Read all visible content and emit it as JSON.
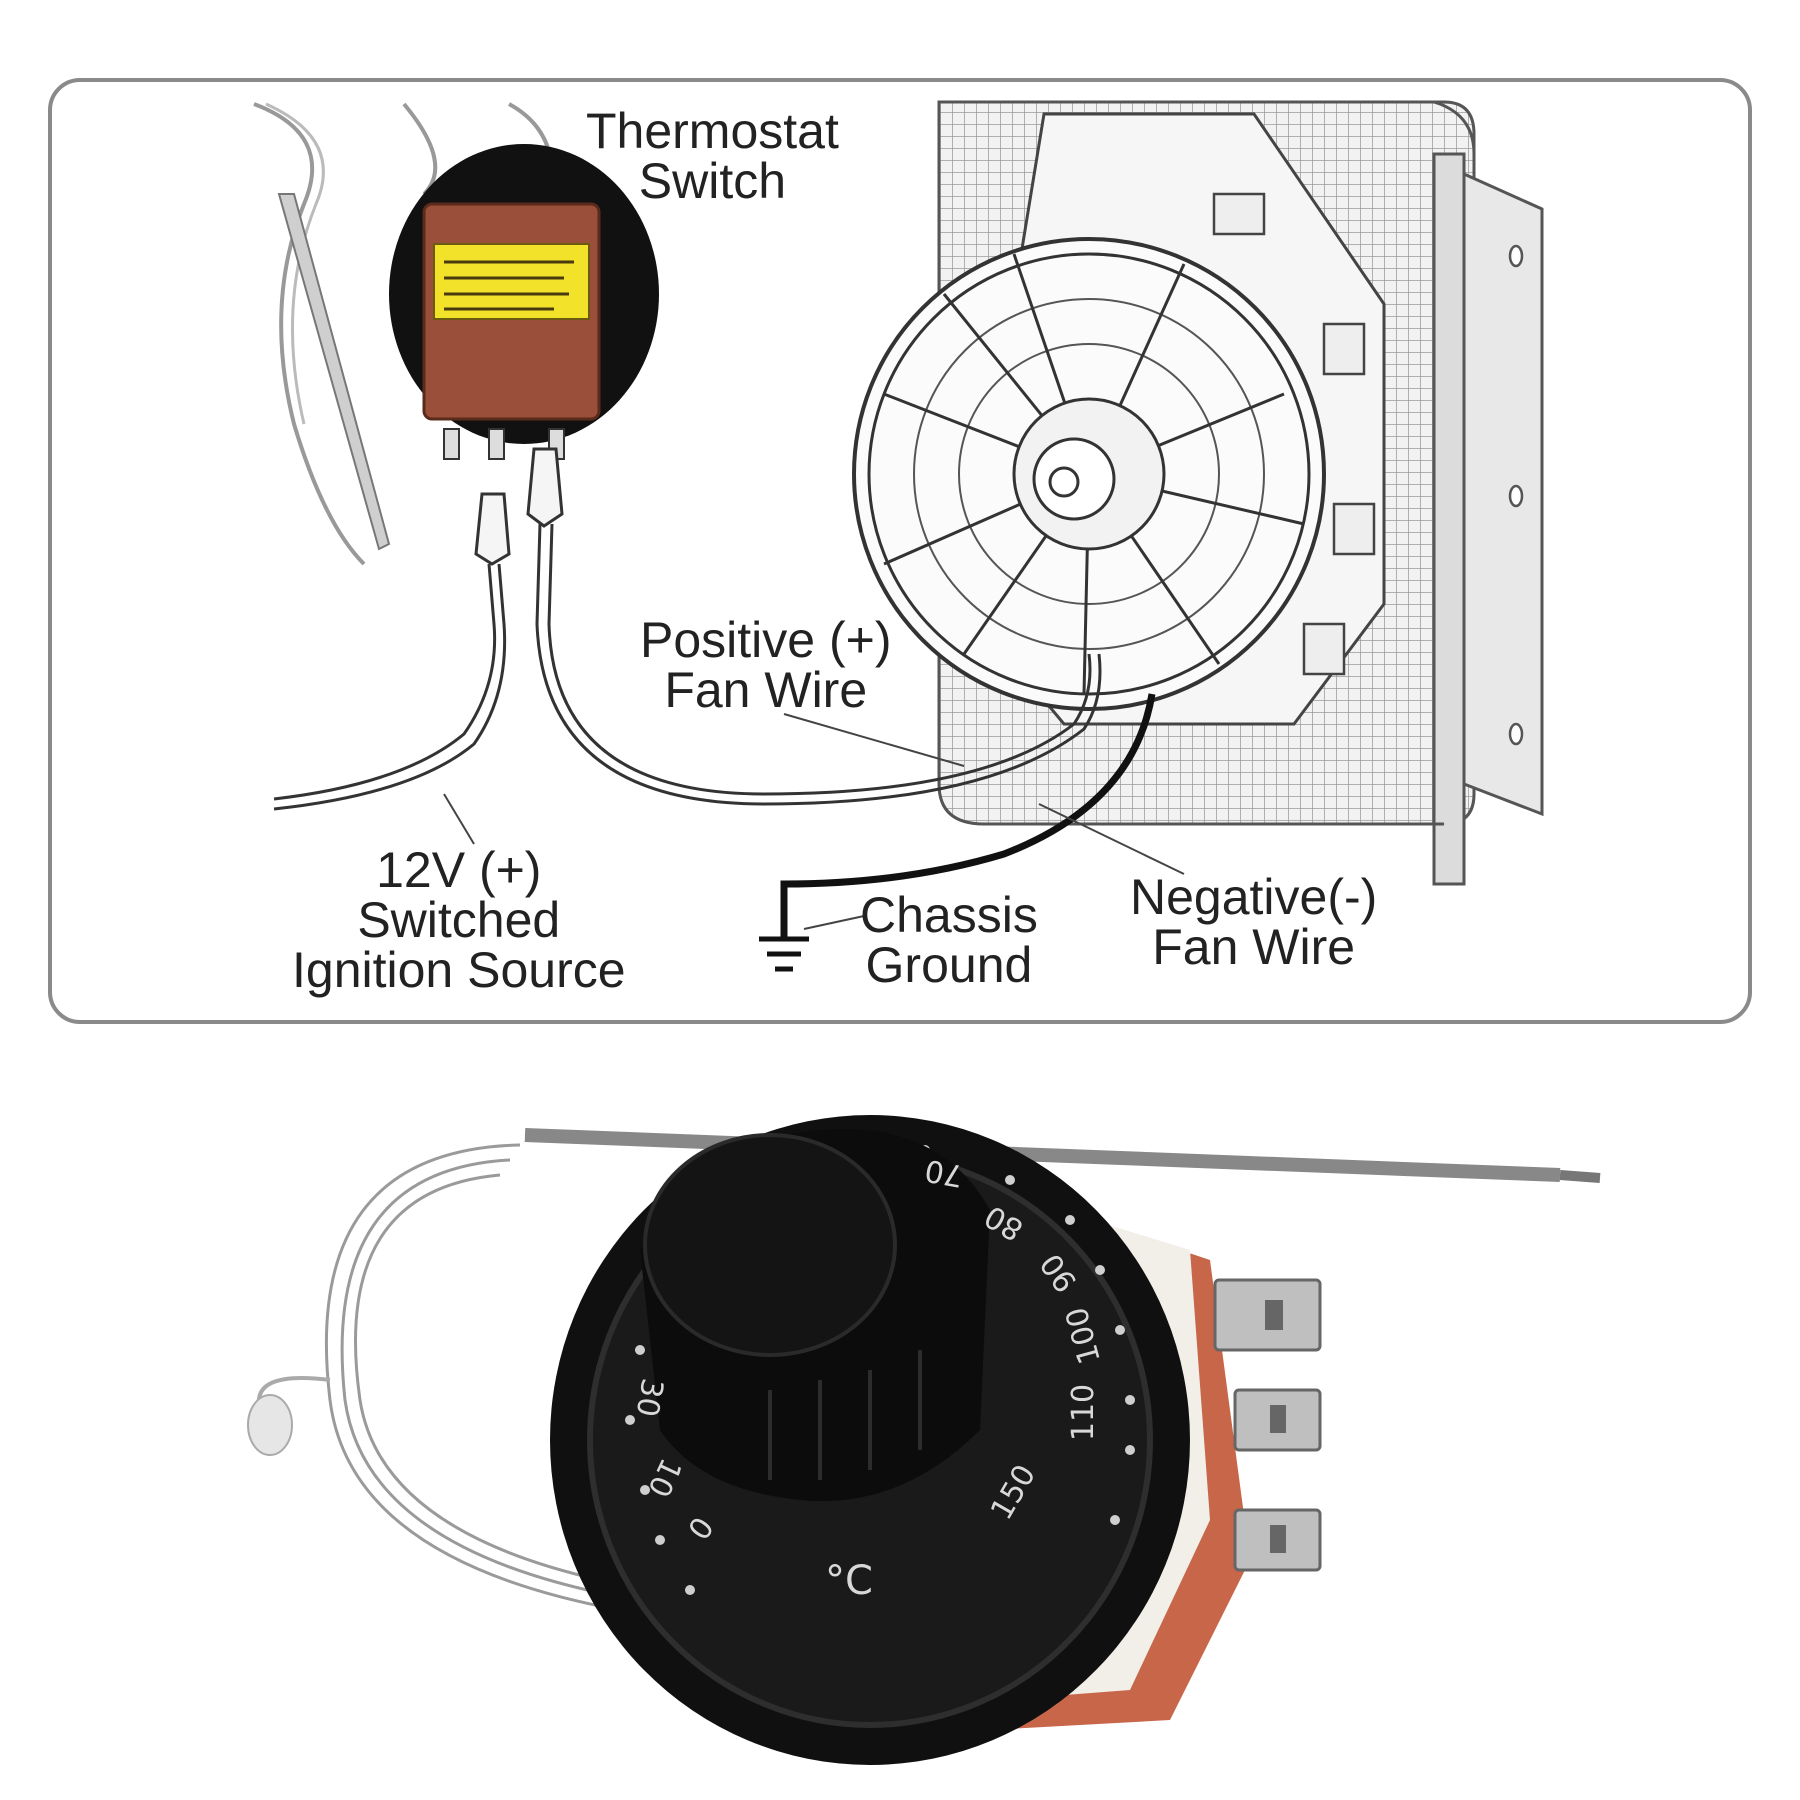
{
  "diagram": {
    "labels": {
      "thermostat_switch": [
        "Thermostat",
        "Switch"
      ],
      "positive_fan_wire": [
        "Positive (+)",
        "Fan Wire"
      ],
      "ignition_source": [
        "12V (+)",
        "Switched",
        "Ignition Source"
      ],
      "chassis_ground": [
        "Chassis",
        "Ground"
      ],
      "negative_fan_wire": [
        "Negative(-)",
        "Fan Wire"
      ]
    }
  },
  "photo": {
    "dial_marks": [
      "0",
      "10",
      "30",
      "70",
      "80",
      "90",
      "100",
      "110",
      "150"
    ],
    "unit": "°C"
  },
  "colors": {
    "panel_border": "#8a8a8a",
    "relay_body": "#9a4f3a",
    "relay_label": "#f2e22a",
    "knob": "#111111",
    "terminal_base": "#c8664a"
  }
}
